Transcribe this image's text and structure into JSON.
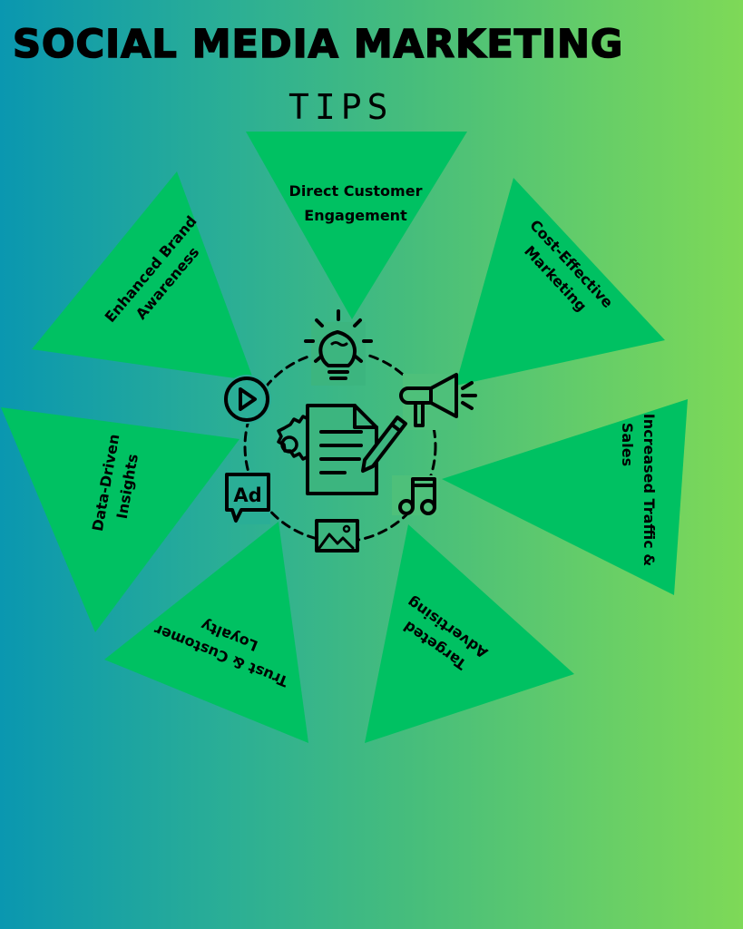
{
  "header": {
    "title": "SOCIAL MEDIA MARKETING",
    "subtitle": "TIPS"
  },
  "colors": {
    "background_left": "#0a97b0",
    "background_right": "#7ed957",
    "triangle_fill": "#00c162",
    "icon_stroke": "#000000"
  },
  "tips": [
    {
      "id": "direct",
      "line1": "Direct Customer",
      "line2": "Engagement"
    },
    {
      "id": "cost",
      "line1": "Cost-Effective",
      "line2": "Marketing"
    },
    {
      "id": "traffic",
      "line1": "Increased Traffic &",
      "line2": "Sales"
    },
    {
      "id": "targeted",
      "line1": "Targeted",
      "line2": "Advertising"
    },
    {
      "id": "trust",
      "line1": "Trust & Customer",
      "line2": "Loyalty"
    },
    {
      "id": "data",
      "line1": "Data-Driven",
      "line2": "Insights"
    },
    {
      "id": "brand",
      "line1": "Enhanced Brand",
      "line2": "Awareness"
    }
  ],
  "center_icons": [
    {
      "name": "lightbulb-icon"
    },
    {
      "name": "megaphone-icon"
    },
    {
      "name": "music-note-icon"
    },
    {
      "name": "image-icon"
    },
    {
      "name": "ad-bubble-icon"
    },
    {
      "name": "play-button-icon"
    },
    {
      "name": "gear-icon"
    },
    {
      "name": "document-pencil-icon"
    }
  ]
}
